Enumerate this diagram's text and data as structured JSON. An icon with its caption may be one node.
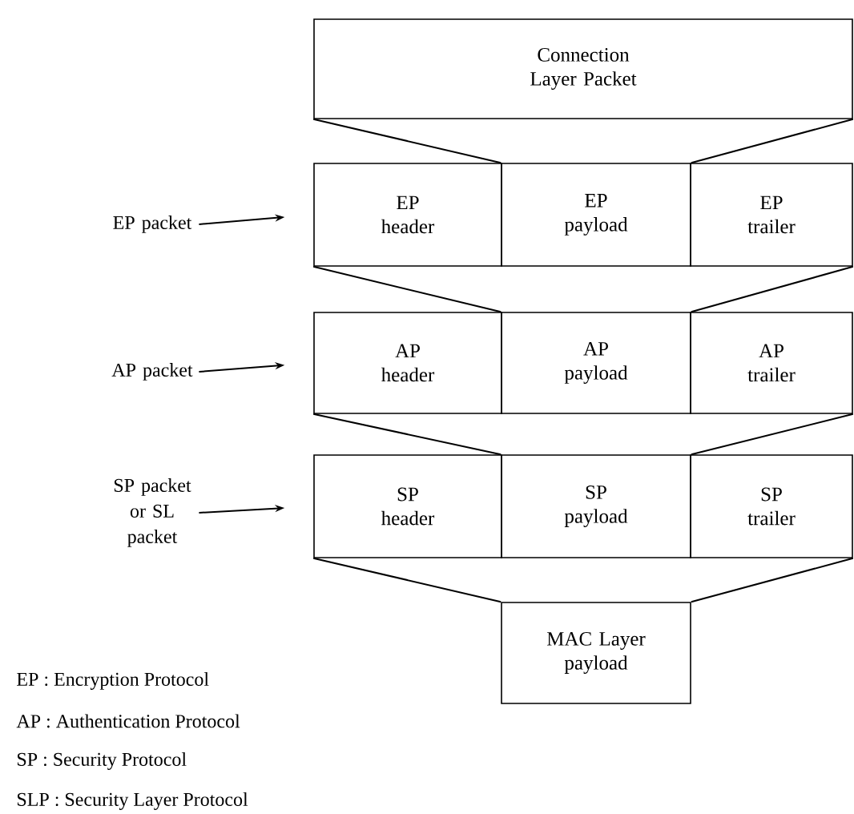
{
  "diagram": {
    "nodes": [
      {
        "text": [
          "Connection Layer Packet"
        ]
      },
      {
        "text": [
          "EP packet"
        ]
      },
      {
        "text": [
          "EP header"
        ]
      },
      {
        "text": [
          "EP payload"
        ]
      },
      {
        "text": [
          "EP trailer"
        ]
      },
      {
        "text": [
          "AP packet"
        ]
      },
      {
        "text": [
          "AP header"
        ]
      },
      {
        "text": [
          "AP payload"
        ]
      },
      {
        "text": [
          "AP trailer"
        ]
      },
      {
        "text": [
          "SP packet or SL packet"
        ]
      },
      {
        "text": [
          "SP header"
        ]
      },
      {
        "text": [
          "SP payload"
        ]
      },
      {
        "text": [
          "SP trailer"
        ]
      },
      {
        "text": [
          "MAC Layer payload"
        ]
      }
    ],
    "edges": [
      {
        "from": 1,
        "to": 2,
        "arrow": "to"
      },
      {
        "from": 5,
        "to": 6,
        "arrow": "to"
      },
      {
        "from": 9,
        "to": 10,
        "arrow": "to"
      },
      {
        "from": 0,
        "to": 3,
        "arrow": "none"
      },
      {
        "from": 0,
        "to": 3,
        "arrow": "none"
      },
      {
        "from": 2,
        "to": 7,
        "arrow": "none"
      },
      {
        "from": 4,
        "to": 7,
        "arrow": "none"
      },
      {
        "from": 6,
        "to": 11,
        "arrow": "none"
      },
      {
        "from": 8,
        "to": 11,
        "arrow": "none"
      },
      {
        "from": 10,
        "to": 13,
        "arrow": "none"
      },
      {
        "from": 12,
        "to": 13,
        "arrow": "none"
      }
    ],
    "labels": [
      "EP : Encryption Protocol",
      "AP : Authentication Protocol",
      "SP : Security Protocol",
      "SLP : Security Layer Protocol"
    ]
  }
}
